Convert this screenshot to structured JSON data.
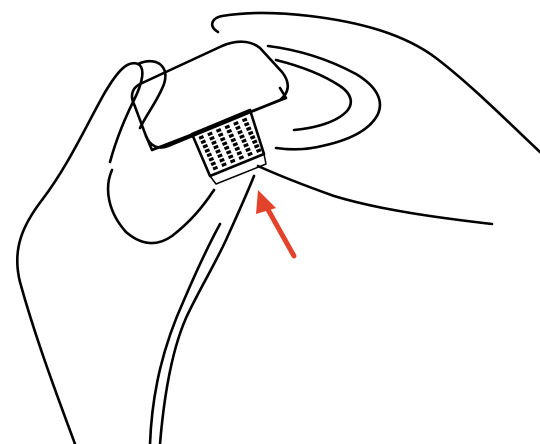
{
  "illustration": {
    "subject": "hands-holding-device",
    "colors": {
      "stroke": "#000000",
      "background": "#ffffff",
      "device_body": "#cfcfcf",
      "arrow": "#e2432b"
    },
    "grid": {
      "rows": 8,
      "cols": 6
    }
  }
}
